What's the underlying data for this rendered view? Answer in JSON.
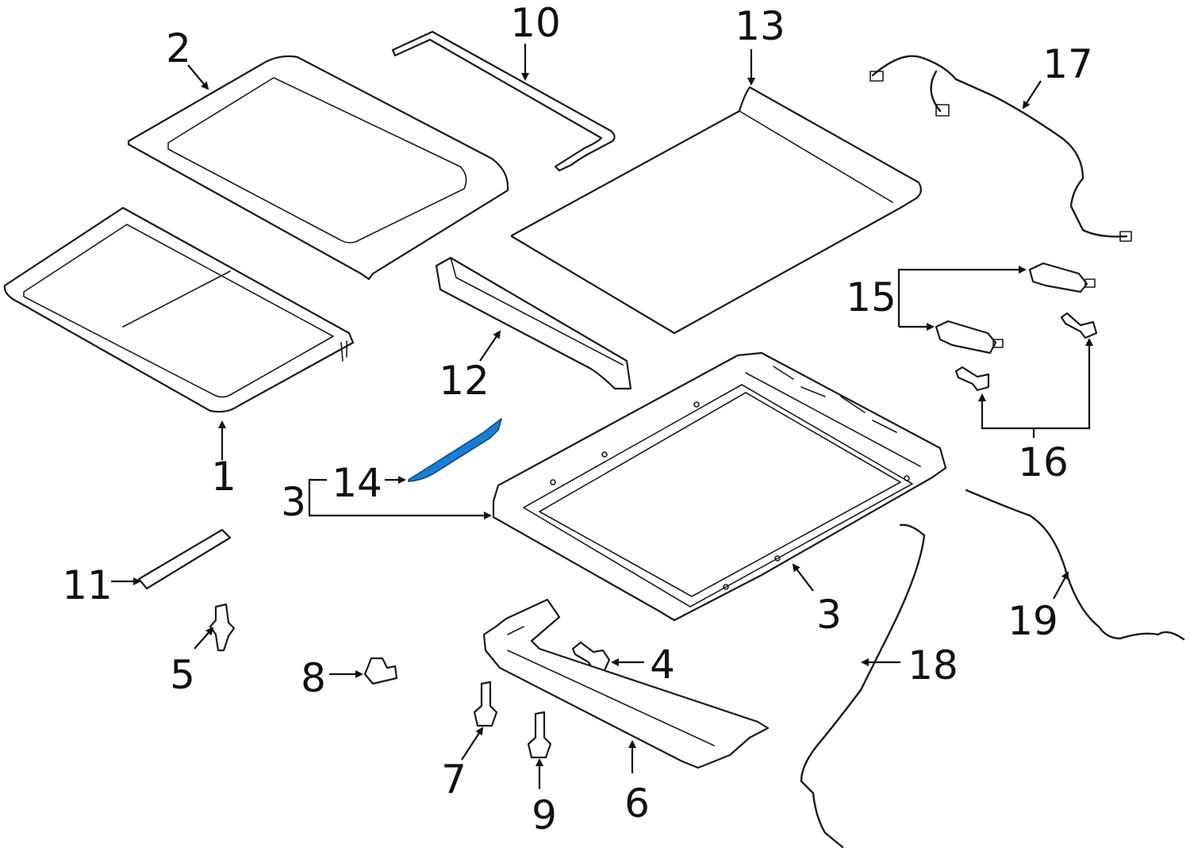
{
  "diagram": {
    "callouts": [
      "1",
      "2",
      "3",
      "3",
      "4",
      "5",
      "6",
      "7",
      "8",
      "9",
      "10",
      "11",
      "12",
      "13",
      "14",
      "15",
      "16",
      "17",
      "18",
      "19"
    ],
    "highlighted_part": "14",
    "colors": {
      "highlight": "#1a7fd4",
      "line": "#1a1a1a",
      "background": "#ffffff"
    }
  }
}
